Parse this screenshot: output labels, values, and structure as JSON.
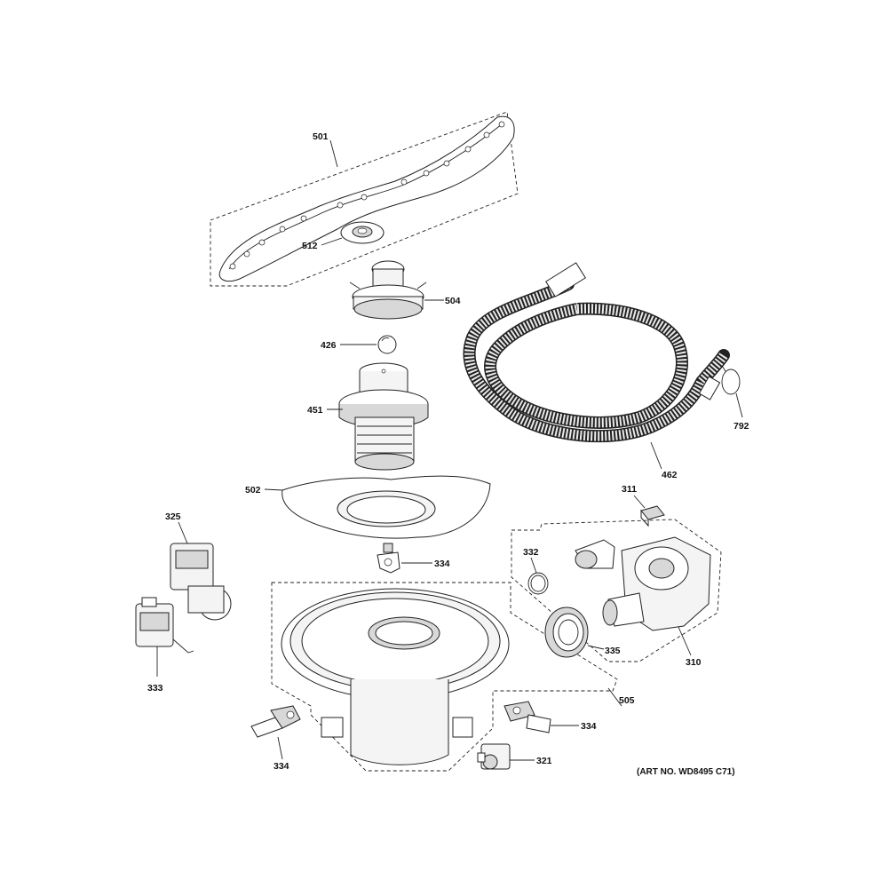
{
  "diagram": {
    "art_number": "(ART NO. WD8495 C71)",
    "labels": {
      "501": "501",
      "512": "512",
      "504": "504",
      "426": "426",
      "451": "451",
      "502": "502",
      "462": "462",
      "792": "792",
      "325": "325",
      "333": "333",
      "334a": "334",
      "334b": "334",
      "334c": "334",
      "311": "311",
      "332": "332",
      "335": "335",
      "310": "310",
      "505": "505",
      "321": "321"
    }
  }
}
